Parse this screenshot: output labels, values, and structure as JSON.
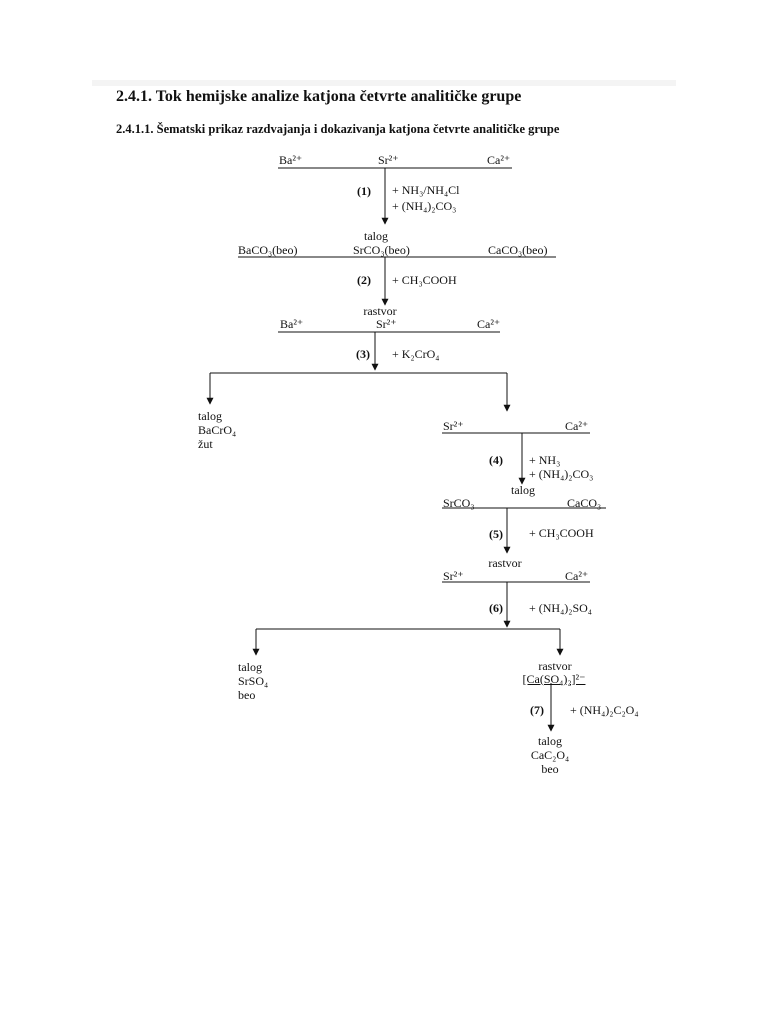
{
  "header": {
    "title": "2.4.1. Tok hemijske analize katjona četvrte analitičke grupe",
    "subtitle": "2.4.1.1. Šematski prikaz razdvajanja i dokazivanja katjona četvrte analitičke grupe"
  },
  "ions": {
    "ba": "Ba²⁺",
    "sr": "Sr²⁺",
    "ca": "Ca²⁺",
    "ca_complex": "[Ca(SO₄)₂]²⁻"
  },
  "substances": {
    "baco3_beo": "BaCO₃(beo)",
    "srco3_beo": "SrCO₃(beo)",
    "caco3_beo": "CaCO₃(beo)",
    "srco3": "SrCO₃",
    "caco3": "CaCO₃",
    "bacro4": "BaCrO₄",
    "srso4": "SrSO₄",
    "cac2o4": "CaC₂O₄"
  },
  "words": {
    "talog": "talog",
    "rastvor": "rastvor",
    "zut": "žut",
    "beo": "beo"
  },
  "steps": {
    "s1": {
      "num": "(1)",
      "reagents": [
        "+ NH₃/NH₄Cl",
        "+ (NH₄)₂CO₃"
      ]
    },
    "s2": {
      "num": "(2)",
      "reagents": [
        "+ CH₃COOH"
      ]
    },
    "s3": {
      "num": "(3)",
      "reagents": [
        "+ K₂CrO₄"
      ]
    },
    "s4": {
      "num": "(4)",
      "reagents": [
        "+ NH₃",
        "+ (NH₄)₂CO₃"
      ]
    },
    "s5": {
      "num": "(5)",
      "reagents": [
        "+ CH₃COOH"
      ]
    },
    "s6": {
      "num": "(6)",
      "reagents": [
        "+ (NH₄)₂SO₄"
      ]
    },
    "s7": {
      "num": "(7)",
      "reagents": [
        "+ (NH₄)₂C₂O₄"
      ]
    }
  }
}
